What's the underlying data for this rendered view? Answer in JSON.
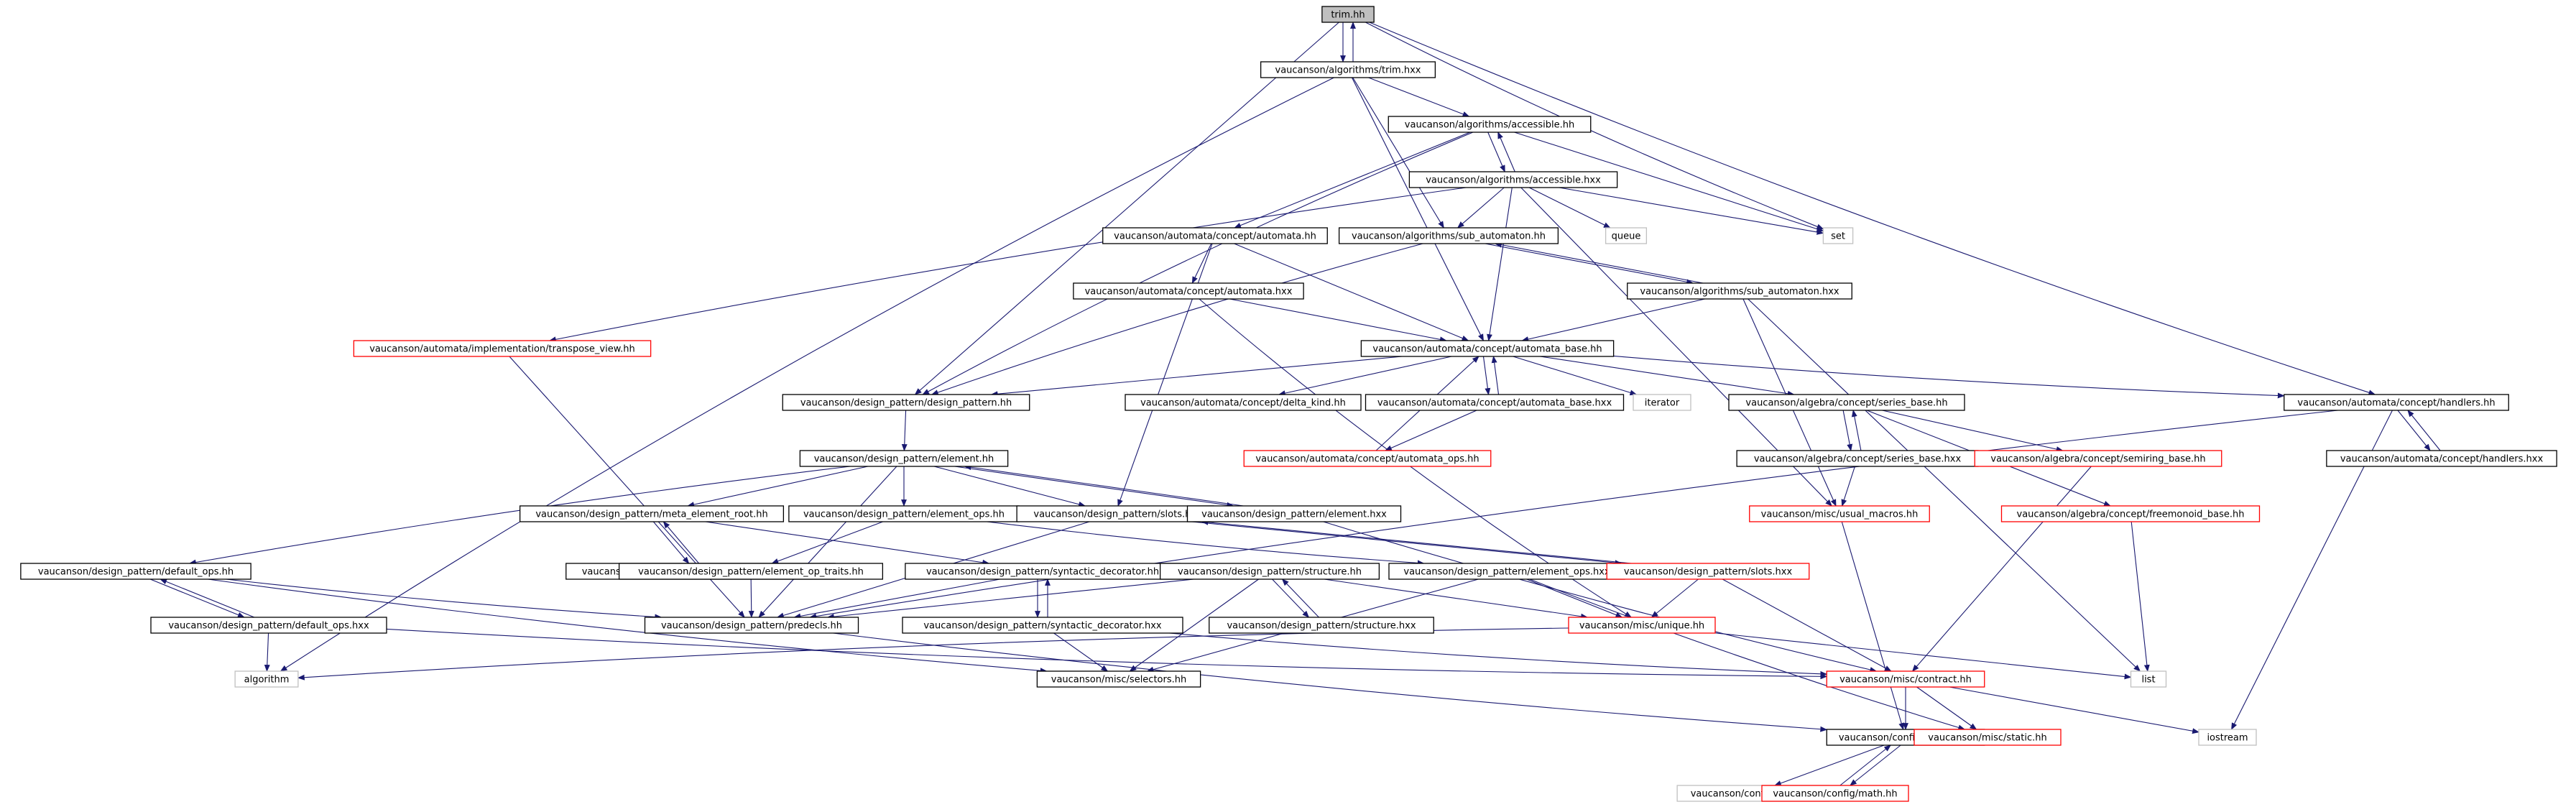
{
  "colors": {
    "edge": "#191970",
    "root_fill": "#bfbfbf",
    "normal_border": "#000000",
    "red_border": "#ff0000",
    "system_border": "#c0c0c0"
  },
  "nodes": [
    {
      "id": "trim_hh",
      "label": "trim.hh",
      "kind": "root"
    },
    {
      "id": "trim_hxx",
      "label": "vaucanson/algorithms/trim.hxx",
      "kind": "normal"
    },
    {
      "id": "access_hh",
      "label": "vaucanson/algorithms/accessible.hh",
      "kind": "normal"
    },
    {
      "id": "access_hxx",
      "label": "vaucanson/algorithms/accessible.hxx",
      "kind": "normal"
    },
    {
      "id": "set",
      "label": "set",
      "kind": "system"
    },
    {
      "id": "queue",
      "label": "queue",
      "kind": "system"
    },
    {
      "id": "sub_hh",
      "label": "vaucanson/algorithms/sub_automaton.hh",
      "kind": "normal"
    },
    {
      "id": "sub_hxx",
      "label": "vaucanson/algorithms/sub_automaton.hxx",
      "kind": "normal"
    },
    {
      "id": "automata_hh",
      "label": "vaucanson/automata/concept/automata.hh",
      "kind": "normal"
    },
    {
      "id": "automata_hxx",
      "label": "vaucanson/automata/concept/automata.hxx",
      "kind": "normal"
    },
    {
      "id": "transpose",
      "label": "vaucanson/automata/implementation/transpose_view.hh",
      "kind": "red"
    },
    {
      "id": "automata_base_hh",
      "label": "vaucanson/automata/concept/automata_base.hh",
      "kind": "normal"
    },
    {
      "id": "design_pattern_hh",
      "label": "vaucanson/design_pattern/design_pattern.hh",
      "kind": "normal"
    },
    {
      "id": "delta_kind",
      "label": "vaucanson/automata/concept/delta_kind.hh",
      "kind": "normal"
    },
    {
      "id": "automata_base_hxx",
      "label": "vaucanson/automata/concept/automata_base.hxx",
      "kind": "normal"
    },
    {
      "id": "iterator",
      "label": "iterator",
      "kind": "system"
    },
    {
      "id": "series_base_hh",
      "label": "vaucanson/algebra/concept/series_base.hh",
      "kind": "normal"
    },
    {
      "id": "handlers_hh",
      "label": "vaucanson/automata/concept/handlers.hh",
      "kind": "normal"
    },
    {
      "id": "handlers_hxx",
      "label": "vaucanson/automata/concept/handlers.hxx",
      "kind": "normal"
    },
    {
      "id": "automata_ops",
      "label": "vaucanson/automata/concept/automata_ops.hh",
      "kind": "red"
    },
    {
      "id": "series_base_hxx",
      "label": "vaucanson/algebra/concept/series_base.hxx",
      "kind": "normal"
    },
    {
      "id": "semiring",
      "label": "vaucanson/algebra/concept/semiring_base.hh",
      "kind": "red"
    },
    {
      "id": "element_hh",
      "label": "vaucanson/design_pattern/element.hh",
      "kind": "normal"
    },
    {
      "id": "usual_macros",
      "label": "vaucanson/misc/usual_macros.hh",
      "kind": "red"
    },
    {
      "id": "freemonoid",
      "label": "vaucanson/algebra/concept/freemonoid_base.hh",
      "kind": "red"
    },
    {
      "id": "meta_root_hh",
      "label": "vaucanson/design_pattern/meta_element_root.hh",
      "kind": "normal"
    },
    {
      "id": "element_ops_hh",
      "label": "vaucanson/design_pattern/element_ops.hh",
      "kind": "normal"
    },
    {
      "id": "slots_hh",
      "label": "vaucanson/design_pattern/slots.hh",
      "kind": "normal"
    },
    {
      "id": "element_hxx",
      "label": "vaucanson/design_pattern/element.hxx",
      "kind": "normal"
    },
    {
      "id": "default_ops_hh",
      "label": "vaucanson/design_pattern/default_ops.hh",
      "kind": "normal"
    },
    {
      "id": "meta_root_hxx",
      "label": "vaucanson/design_pattern/meta_element_root.hxx",
      "kind": "normal"
    },
    {
      "id": "op_traits",
      "label": "vaucanson/design_pattern/element_op_traits.hh",
      "kind": "normal"
    },
    {
      "id": "syn_dec_hh",
      "label": "vaucanson/design_pattern/syntactic_decorator.hh",
      "kind": "normal"
    },
    {
      "id": "structure_hh",
      "label": "vaucanson/design_pattern/structure.hh",
      "kind": "normal"
    },
    {
      "id": "element_ops_hxx",
      "label": "vaucanson/design_pattern/element_ops.hxx",
      "kind": "normal"
    },
    {
      "id": "slots_hxx",
      "label": "vaucanson/design_pattern/slots.hxx",
      "kind": "red"
    },
    {
      "id": "default_ops_hxx",
      "label": "vaucanson/design_pattern/default_ops.hxx",
      "kind": "normal"
    },
    {
      "id": "predecls",
      "label": "vaucanson/design_pattern/predecls.hh",
      "kind": "normal"
    },
    {
      "id": "structure_hxx",
      "label": "vaucanson/design_pattern/structure.hxx",
      "kind": "normal"
    },
    {
      "id": "unique",
      "label": "vaucanson/misc/unique.hh",
      "kind": "red"
    },
    {
      "id": "syn_dec_hxx",
      "label": "vaucanson/design_pattern/syntactic_decorator.hxx",
      "kind": "normal"
    },
    {
      "id": "list",
      "label": "list",
      "kind": "system"
    },
    {
      "id": "algorithm",
      "label": "algorithm",
      "kind": "system"
    },
    {
      "id": "selectors",
      "label": "vaucanson/misc/selectors.hh",
      "kind": "normal"
    },
    {
      "id": "contract",
      "label": "vaucanson/misc/contract.hh",
      "kind": "red"
    },
    {
      "id": "system_hh",
      "label": "vaucanson/config/system.hh",
      "kind": "normal"
    },
    {
      "id": "static_hh",
      "label": "vaucanson/misc/static.hh",
      "kind": "red"
    },
    {
      "id": "iostream",
      "label": "iostream",
      "kind": "system"
    },
    {
      "id": "pconf",
      "label": "vaucanson/config/pconf.hh",
      "kind": "system"
    },
    {
      "id": "math",
      "label": "vaucanson/config/math.hh",
      "kind": "red"
    }
  ],
  "edges": [
    [
      "trim_hh",
      "trim_hxx"
    ],
    [
      "trim_hh",
      "set"
    ],
    [
      "trim_hh",
      "design_pattern_hh"
    ],
    [
      "trim_hh",
      "handlers_hh"
    ],
    [
      "trim_hxx",
      "trim_hh"
    ],
    [
      "trim_hxx",
      "access_hh"
    ],
    [
      "trim_hxx",
      "sub_hh"
    ],
    [
      "trim_hxx",
      "automata_base_hh"
    ],
    [
      "trim_hxx",
      "algorithm"
    ],
    [
      "access_hh",
      "access_hxx"
    ],
    [
      "access_hh",
      "set"
    ],
    [
      "access_hh",
      "automata_hh"
    ],
    [
      "access_hh",
      "design_pattern_hh"
    ],
    [
      "access_hxx",
      "access_hh"
    ],
    [
      "access_hxx",
      "set"
    ],
    [
      "access_hxx",
      "queue"
    ],
    [
      "access_hxx",
      "sub_hh"
    ],
    [
      "access_hxx",
      "automata_base_hh"
    ],
    [
      "access_hxx",
      "transpose"
    ],
    [
      "access_hxx",
      "usual_macros"
    ],
    [
      "sub_hh",
      "sub_hxx"
    ],
    [
      "sub_hh",
      "design_pattern_hh"
    ],
    [
      "sub_hxx",
      "sub_hh"
    ],
    [
      "sub_hxx",
      "automata_base_hh"
    ],
    [
      "sub_hxx",
      "usual_macros"
    ],
    [
      "sub_hxx",
      "list"
    ],
    [
      "automata_hh",
      "automata_hxx"
    ],
    [
      "automata_hh",
      "automata_base_hh"
    ],
    [
      "automata_hh",
      "slots_hh"
    ],
    [
      "automata_hxx",
      "automata_base_hh"
    ],
    [
      "automata_hxx",
      "unique"
    ],
    [
      "transpose",
      "predecls"
    ],
    [
      "automata_base_hh",
      "design_pattern_hh"
    ],
    [
      "automata_base_hh",
      "delta_kind"
    ],
    [
      "automata_base_hh",
      "automata_base_hxx"
    ],
    [
      "automata_base_hh",
      "iterator"
    ],
    [
      "automata_base_hh",
      "series_base_hh"
    ],
    [
      "automata_base_hh",
      "handlers_hh"
    ],
    [
      "automata_base_hxx",
      "automata_base_hh"
    ],
    [
      "automata_base_hxx",
      "automata_ops"
    ],
    [
      "automata_ops",
      "automata_base_hh"
    ],
    [
      "design_pattern_hh",
      "element_hh"
    ],
    [
      "series_base_hh",
      "series_base_hxx"
    ],
    [
      "series_base_hh",
      "semiring"
    ],
    [
      "series_base_hh",
      "freemonoid"
    ],
    [
      "series_base_hxx",
      "series_base_hh"
    ],
    [
      "series_base_hxx",
      "usual_macros"
    ],
    [
      "handlers_hh",
      "handlers_hxx"
    ],
    [
      "handlers_hh",
      "iostream"
    ],
    [
      "handlers_hh",
      "predecls"
    ],
    [
      "handlers_hxx",
      "handlers_hh"
    ],
    [
      "semiring",
      "contract"
    ],
    [
      "freemonoid",
      "list"
    ],
    [
      "usual_macros",
      "system_hh"
    ],
    [
      "element_hh",
      "meta_root_hh"
    ],
    [
      "element_hh",
      "element_ops_hh"
    ],
    [
      "element_hh",
      "slots_hh"
    ],
    [
      "element_hh",
      "element_hxx"
    ],
    [
      "element_hh",
      "default_ops_hh"
    ],
    [
      "element_hh",
      "predecls"
    ],
    [
      "element_hxx",
      "element_hh"
    ],
    [
      "element_hxx",
      "slots_hh"
    ],
    [
      "element_hxx",
      "contract"
    ],
    [
      "meta_root_hh",
      "meta_root_hxx"
    ],
    [
      "meta_root_hh",
      "syn_dec_hh"
    ],
    [
      "meta_root_hxx",
      "meta_root_hh"
    ],
    [
      "element_ops_hh",
      "op_traits"
    ],
    [
      "element_ops_hh",
      "element_ops_hxx"
    ],
    [
      "slots_hh",
      "slots_hxx"
    ],
    [
      "slots_hh",
      "predecls"
    ],
    [
      "slots_hxx",
      "slots_hh"
    ],
    [
      "slots_hxx",
      "contract"
    ],
    [
      "slots_hxx",
      "unique"
    ],
    [
      "op_traits",
      "predecls"
    ],
    [
      "syn_dec_hh",
      "syn_dec_hxx"
    ],
    [
      "syn_dec_hh",
      "predecls"
    ],
    [
      "syn_dec_hxx",
      "syn_dec_hh"
    ],
    [
      "syn_dec_hxx",
      "selectors"
    ],
    [
      "syn_dec_hxx",
      "contract"
    ],
    [
      "structure_hh",
      "structure_hxx"
    ],
    [
      "structure_hh",
      "predecls"
    ],
    [
      "structure_hh",
      "selectors"
    ],
    [
      "structure_hh",
      "unique"
    ],
    [
      "structure_hxx",
      "structure_hh"
    ],
    [
      "element_ops_hxx",
      "selectors"
    ],
    [
      "element_ops_hxx",
      "unique"
    ],
    [
      "element_ops_hxx",
      "static_hh"
    ],
    [
      "default_ops_hh",
      "default_ops_hxx"
    ],
    [
      "default_ops_hh",
      "predecls"
    ],
    [
      "default_ops_hh",
      "selectors"
    ],
    [
      "default_ops_hxx",
      "default_ops_hh"
    ],
    [
      "default_ops_hxx",
      "algorithm"
    ],
    [
      "default_ops_hxx",
      "contract"
    ],
    [
      "predecls",
      "system_hh"
    ],
    [
      "unique",
      "list"
    ],
    [
      "unique",
      "algorithm"
    ],
    [
      "contract",
      "system_hh"
    ],
    [
      "contract",
      "static_hh"
    ],
    [
      "contract",
      "iostream"
    ],
    [
      "system_hh",
      "pconf"
    ],
    [
      "system_hh",
      "math"
    ],
    [
      "math",
      "system_hh"
    ]
  ]
}
